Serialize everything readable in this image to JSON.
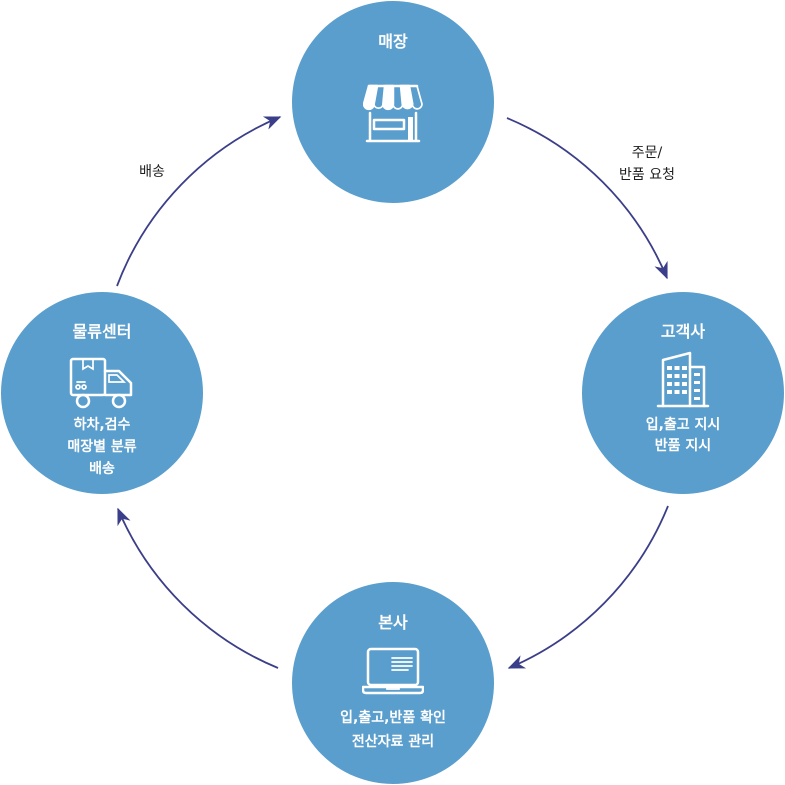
{
  "nodes": {
    "store": {
      "title": "매장",
      "icon": "store-icon"
    },
    "client": {
      "title": "고객사",
      "icon": "building-icon",
      "lines": [
        "입,출고 지시",
        "반품 지시"
      ]
    },
    "hq": {
      "title": "본사",
      "icon": "laptop-icon",
      "lines": [
        "입,출고,반품 확인",
        "전산자료 관리"
      ]
    },
    "logistics": {
      "title": "물류센터",
      "icon": "truck-icon",
      "lines": [
        "하차,검수",
        "매장별 분류",
        "배송"
      ]
    }
  },
  "edges": {
    "store_to_client": {
      "label": [
        "주문/",
        "반품 요청"
      ]
    },
    "logistics_to_store": {
      "label": [
        "배송"
      ]
    }
  },
  "colors": {
    "node": "#5a9ecd",
    "node_text": "#ffffff",
    "arrow": "#3b3e88",
    "label_text": "#1e1e1e"
  }
}
